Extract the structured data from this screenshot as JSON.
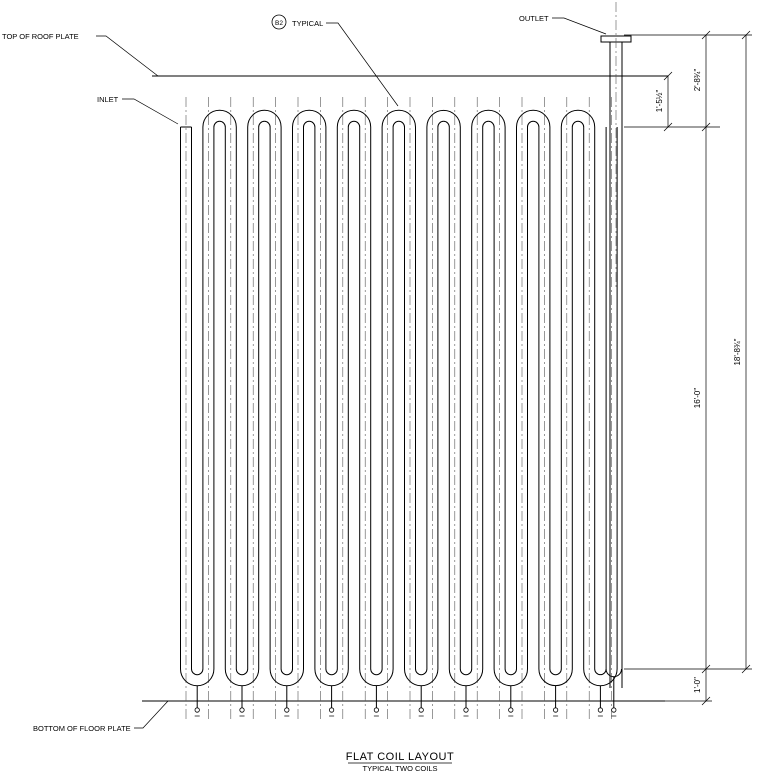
{
  "labels": {
    "top_of_roof_plate": "TOP OF ROOF PLATE",
    "inlet": "INLET",
    "outlet": "OUTLET",
    "typical_callout_number": "B2",
    "typical": "TYPICAL",
    "bottom_of_floor_plate": "BOTTOM OF FLOOR PLATE"
  },
  "dimensions": {
    "top_offset": "1'-5½\"",
    "top_segment": "2'-8¾\"",
    "coil_length": "16'-0\"",
    "bottom_segment": "1'-0\"",
    "overall": "18'-8¾\""
  },
  "title": {
    "main": "FLAT COIL LAYOUT",
    "sub": "TYPICAL TWO COILS"
  },
  "coil": {
    "loop_count": 10,
    "style": "serpentine"
  }
}
